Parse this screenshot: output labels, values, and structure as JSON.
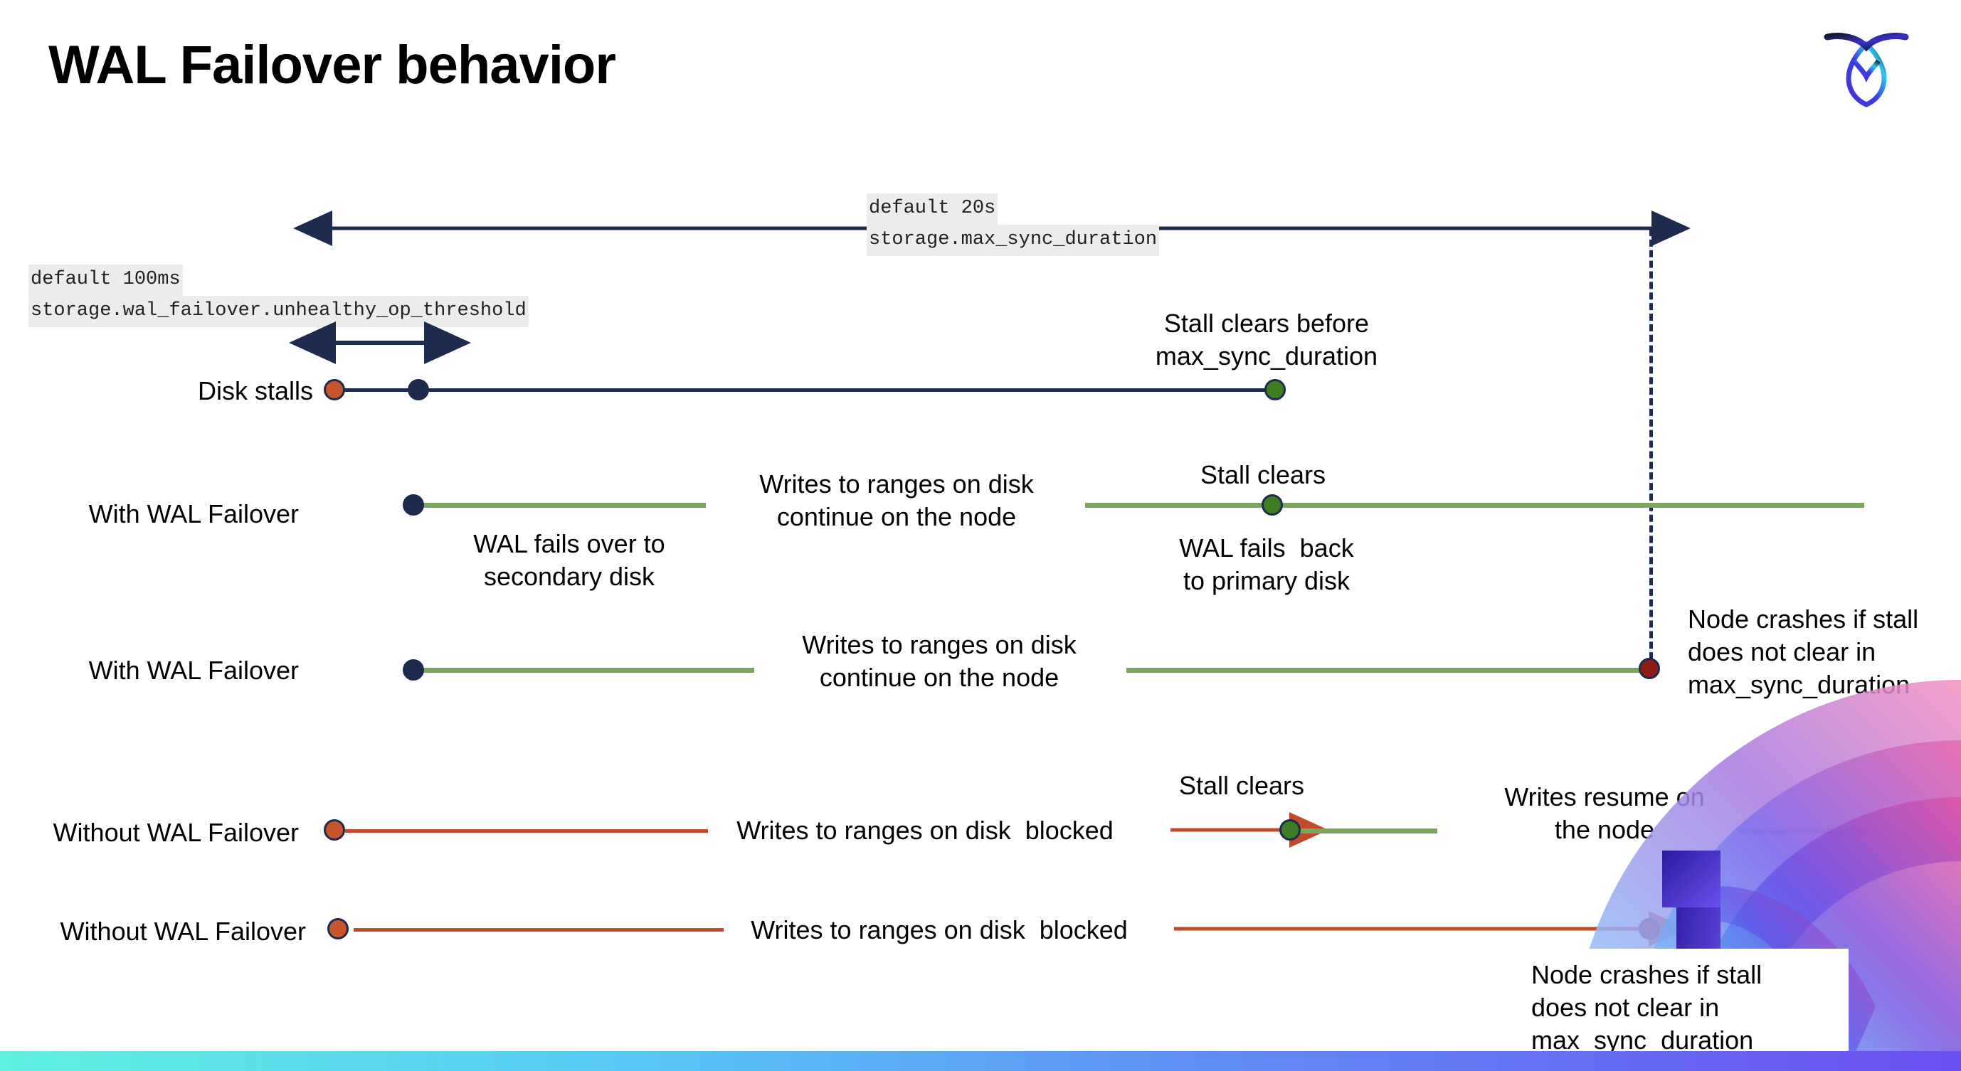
{
  "slide": {
    "title": "WAL Failover behavior",
    "logo_name": "cockroachdb-logo"
  },
  "annotations": {
    "max_sync": {
      "line1": "default 20s",
      "line2": "storage.max_sync_duration"
    },
    "unhealthy": {
      "line1": "default 100ms",
      "line2": "storage.wal_failover.unhealthy_op_threshold"
    }
  },
  "rows": [
    {
      "label": "Disk stalls",
      "note_right": "Stall clears before\nmax_sync_duration"
    },
    {
      "label": "With WAL Failover",
      "note_mid": "Writes to ranges on disk\ncontinue on the node",
      "note_under_start": "WAL fails over to\nsecondary disk",
      "note_clear": "Stall clears",
      "note_under_clear": "WAL fails  back\nto primary disk"
    },
    {
      "label": "With WAL Failover",
      "note_mid": "Writes to ranges on disk\ncontinue on the node",
      "note_crash": "Node crashes if stall\ndoes not clear in\nmax_sync_duration"
    },
    {
      "label": "Without WAL Failover",
      "note_mid": "Writes to ranges on disk  blocked",
      "note_clear": "Stall clears",
      "note_resume": "Writes resume on\nthe node"
    },
    {
      "label": "Without WAL Failover",
      "note_mid": "Writes to ranges on disk  blocked",
      "note_crash": "Node crashes if stall\ndoes not clear in\nmax_sync_duration"
    }
  ],
  "colors": {
    "navy": "#1d2b4f",
    "orange_dot": "#c9552e",
    "green_dot": "#3f7d25",
    "dark_red_dot": "#8e1c14",
    "green_line": "#76a75a",
    "red_line": "#c14a2b",
    "code_chip_bg": "#ececec",
    "footer_gradient_from": "#5ff0e0",
    "footer_gradient_to": "#6b4ff0"
  }
}
